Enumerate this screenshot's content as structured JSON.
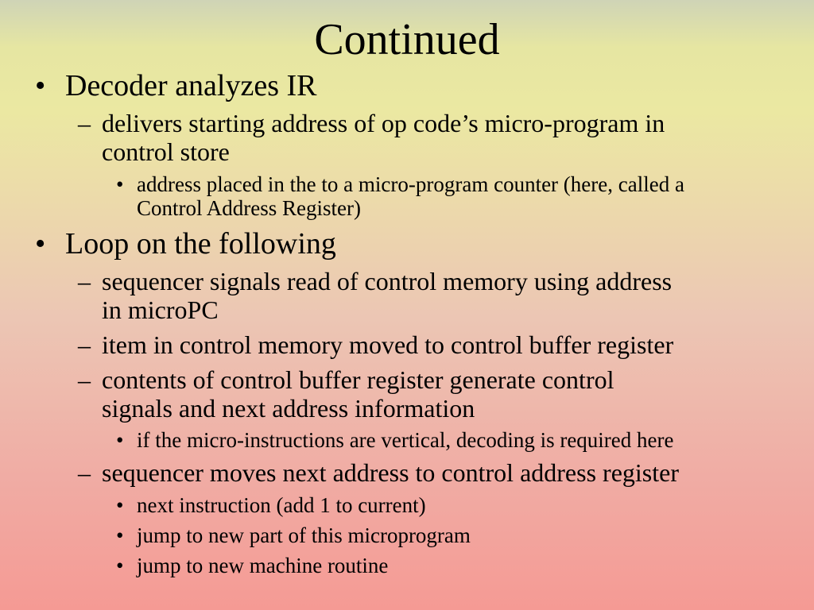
{
  "slide": {
    "title": "Continued",
    "bullets": [
      "Decoder analyzes IR",
      "delivers starting address of op code’s micro-program in",
      "control store",
      "address placed in the to a micro-program counter (here, called a",
      "Control Address Register)",
      "Loop on the following",
      "sequencer signals read of control memory using address",
      "in microPC",
      "item in control memory moved to control buffer register",
      "contents of control buffer register  generate control",
      "signals and next address information",
      "if the micro-instructions are vertical, decoding is required here",
      "sequencer moves next address to control address register",
      "next instruction (add 1 to current)",
      "jump to new part of this microprogram",
      "jump to new machine routine"
    ],
    "markers": {
      "level1": "•",
      "level2": "–",
      "level3": "•"
    }
  }
}
